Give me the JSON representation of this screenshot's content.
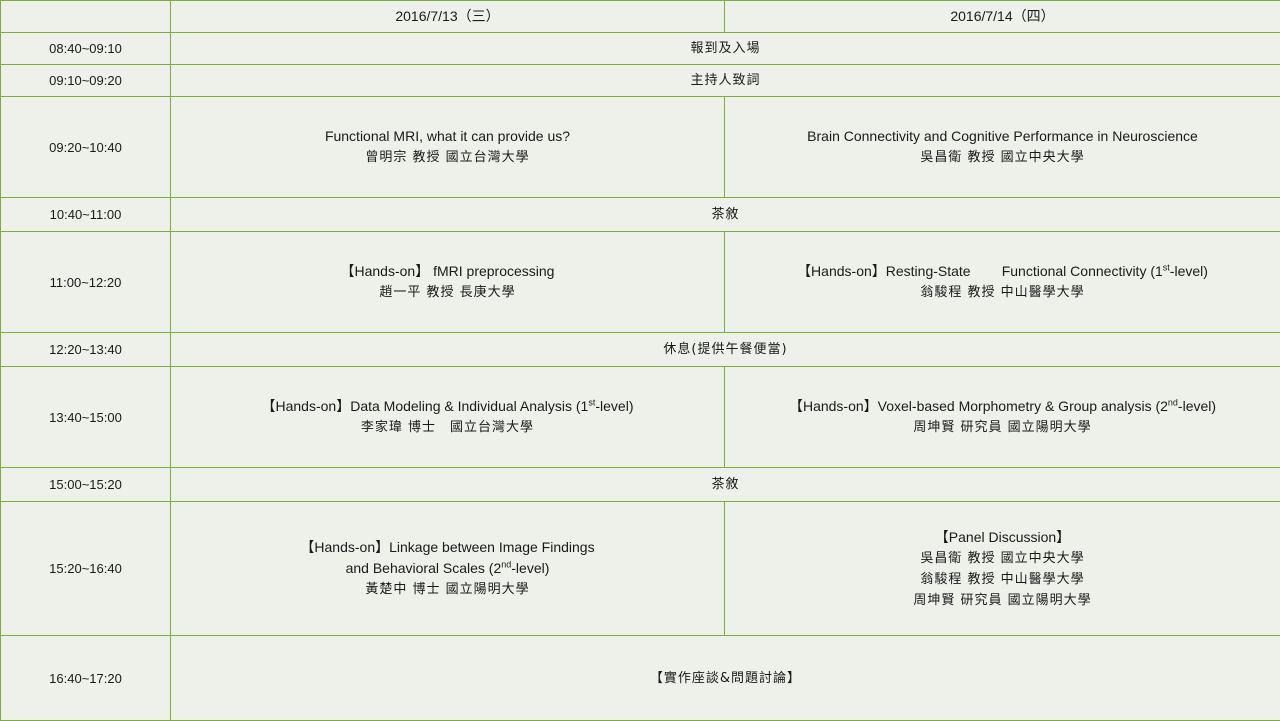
{
  "header": {
    "day1": "2016/7/13（三）",
    "day2": "2016/7/14（四）"
  },
  "rows": {
    "r1": {
      "time": "08:40~09:10",
      "all": "報到及入場"
    },
    "r2": {
      "time": "09:10~09:20",
      "all": "主持人致詞"
    },
    "r3": {
      "time": "09:20~10:40",
      "d1_title": "Functional MRI, what it can provide us?",
      "d1_speaker": "曾明宗 教授 國立台灣大學",
      "d2_title": "Brain Connectivity and Cognitive Performance in Neuroscience",
      "d2_speaker": "吳昌衛 教授 國立中央大學"
    },
    "r4": {
      "time": "10:40~11:00",
      "all": "茶敘"
    },
    "r5": {
      "time": "11:00~12:20",
      "d1_title": "【Hands-on】 fMRI preprocessing",
      "d1_speaker": "趙一平 教授 長庚大學",
      "d2_title_pre": "【Hands-on】Resting-State        Functional Connectivity (1",
      "d2_title_sup": "st",
      "d2_title_post": "-level)",
      "d2_speaker": "翁駿程 教授 中山醫學大學"
    },
    "r6": {
      "time": "12:20~13:40",
      "all": "休息(提供午餐便當)"
    },
    "r7": {
      "time": "13:40~15:00",
      "d1_title_pre": "【Hands-on】Data Modeling & Individual Analysis (1",
      "d1_title_sup": "st",
      "d1_title_post": "-level)",
      "d1_speaker": "李家瑋 博士　國立台灣大學",
      "d2_title_pre": "【Hands-on】Voxel-based Morphometry & Group analysis (2",
      "d2_title_sup": "nd",
      "d2_title_post": "-level)",
      "d2_speaker": "周坤賢 研究員 國立陽明大學"
    },
    "r8": {
      "time": "15:00~15:20",
      "all": "茶敘"
    },
    "r9": {
      "time": "15:20~16:40",
      "d1_title1": "【Hands-on】Linkage between Image Findings",
      "d1_title2_pre": "and Behavioral Scales (2",
      "d1_title2_sup": "nd",
      "d1_title2_post": "-level)",
      "d1_speaker": "黃楚中 博士 國立陽明大學",
      "d2_title": "【Panel Discussion】",
      "d2_p1": "吳昌衛 教授 國立中央大學",
      "d2_p2": "翁駿程 教授 中山醫學大學",
      "d2_p3": "周坤賢 研究員 國立陽明大學"
    },
    "r10": {
      "time": "16:40~17:20",
      "all": "【實作座談&問題討論】"
    }
  },
  "colors": {
    "border": "#7aab45",
    "background": "#eef0ea"
  }
}
